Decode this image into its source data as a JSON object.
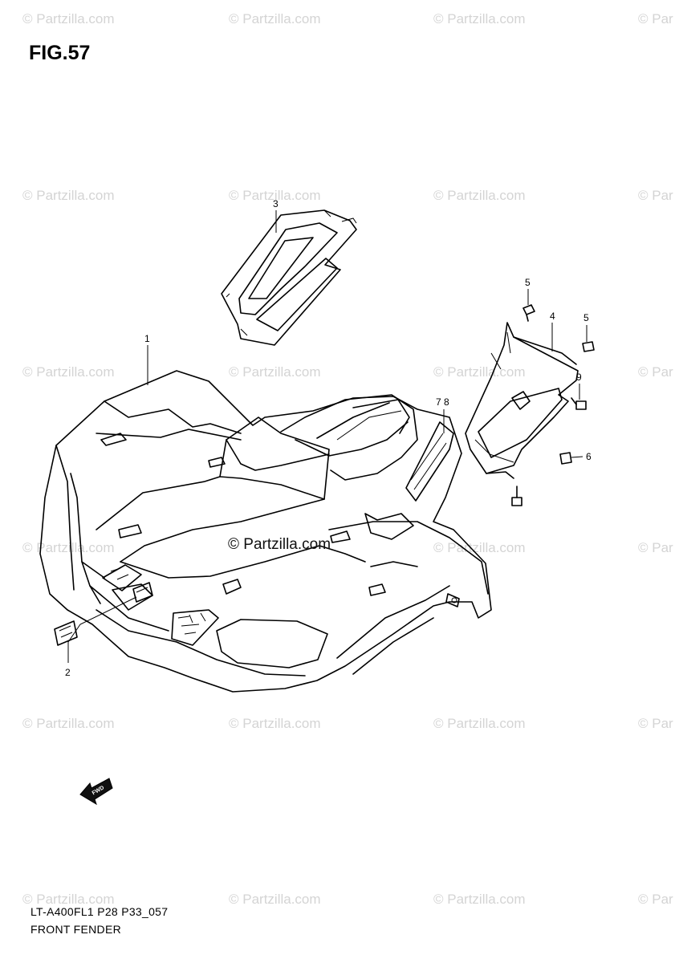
{
  "figure": {
    "title": "FIG.57"
  },
  "watermark": {
    "text": "© Partzilla.com",
    "short_text": "© Par"
  },
  "center_watermark": "© Partzilla.com",
  "callouts": {
    "c1": "1",
    "c2": "2",
    "c3": "3",
    "c4": "4",
    "c5a": "5",
    "c5b": "5",
    "c6": "6",
    "c78": "7 8",
    "c9": "9"
  },
  "fwd_label": "FWD",
  "footer": {
    "model_code": "LT-A400FL1 P28 P33_057",
    "name": "FRONT FENDER"
  }
}
